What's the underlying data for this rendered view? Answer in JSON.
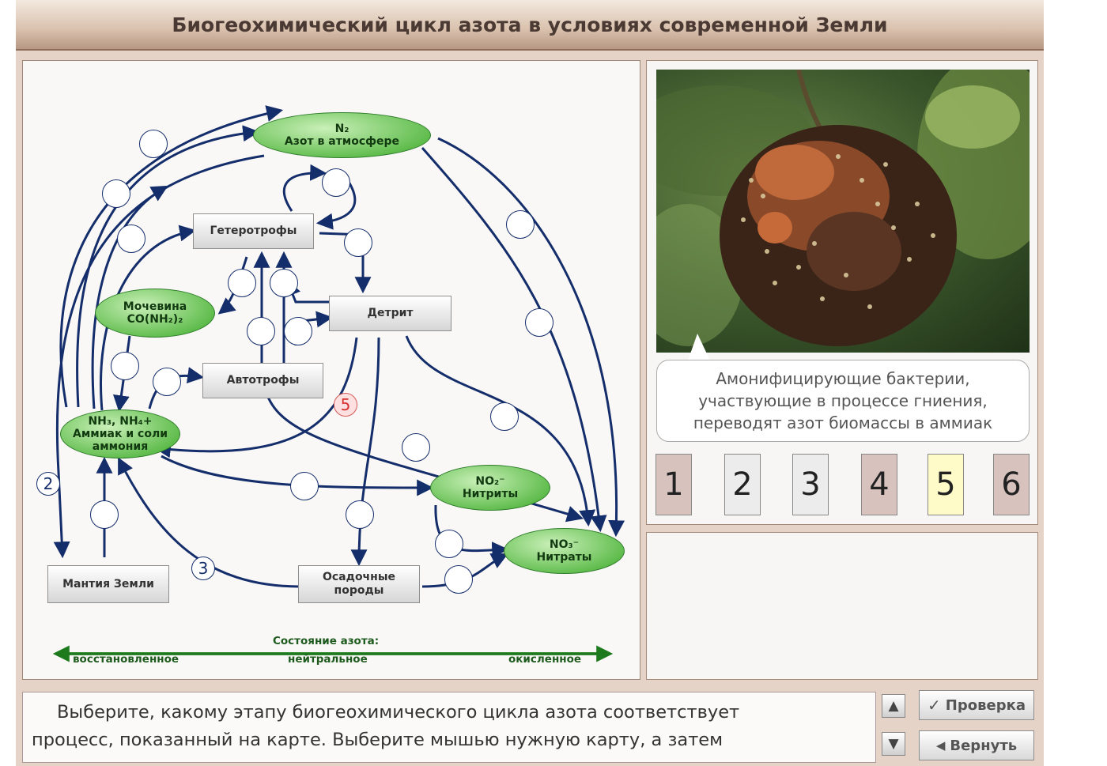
{
  "title": "Биогеохимический цикл азота в условиях современной Земли",
  "nodes": {
    "n2": {
      "line1": "N₂",
      "line2": "Азот в атмосфере"
    },
    "heterotrophs": "Гетеротрофы",
    "urea": {
      "line1": "Мочевина",
      "line2": "CO(NH₂)₂"
    },
    "detritus": "Детрит",
    "autotrophs": "Автотрофы",
    "ammonia": {
      "line1": "NH₃, NH₄+",
      "line2": "Аммиак и соли",
      "line3": "аммония"
    },
    "nitrites": {
      "line1": "NO₂⁻",
      "line2": "Нитриты"
    },
    "nitrates": {
      "line1": "NO₃⁻",
      "line2": "Нитраты"
    },
    "mantle": "Мантия Земли",
    "sediments": {
      "line1": "Осадочные",
      "line2": "породы"
    }
  },
  "slots": {
    "filled_2": "2",
    "filled_3": "3",
    "filled_5": "5"
  },
  "legend": {
    "title": "Состояние азота:",
    "reduced": "восстановленное",
    "neutral": "нейтральное",
    "oxidized": "окисленное"
  },
  "caption": {
    "line1": "Амонифицирующие бактерии,",
    "line2": "участвующие в процессе гниения,",
    "line3": "переводят азот биомассы в аммиак"
  },
  "cards": [
    {
      "label": "1",
      "color": "#d7c2bd"
    },
    {
      "label": "2",
      "color": "#ececec"
    },
    {
      "label": "3",
      "color": "#ececec"
    },
    {
      "label": "4",
      "color": "#d7c2bd"
    },
    {
      "label": "5",
      "color": "#fffbc8"
    },
    {
      "label": "6",
      "color": "#d7c2bd"
    }
  ],
  "task": {
    "line1": "Выберите, какому этапу биогеохимического цикла азота соответствует",
    "line2": "процесс, показанный на карте. Выберите мышью нужную карту, а затем"
  },
  "buttons": {
    "check": "Проверка",
    "back": "Вернуть"
  },
  "icons": {
    "scroll_up": "triangle-up-icon",
    "scroll_down": "triangle-down-icon",
    "check": "checkmark-icon",
    "back": "triangle-left-icon"
  },
  "colors": {
    "arrow": "#142d6b",
    "oval_fill": "#5dbb4a",
    "legend": "#1d7a1d"
  }
}
